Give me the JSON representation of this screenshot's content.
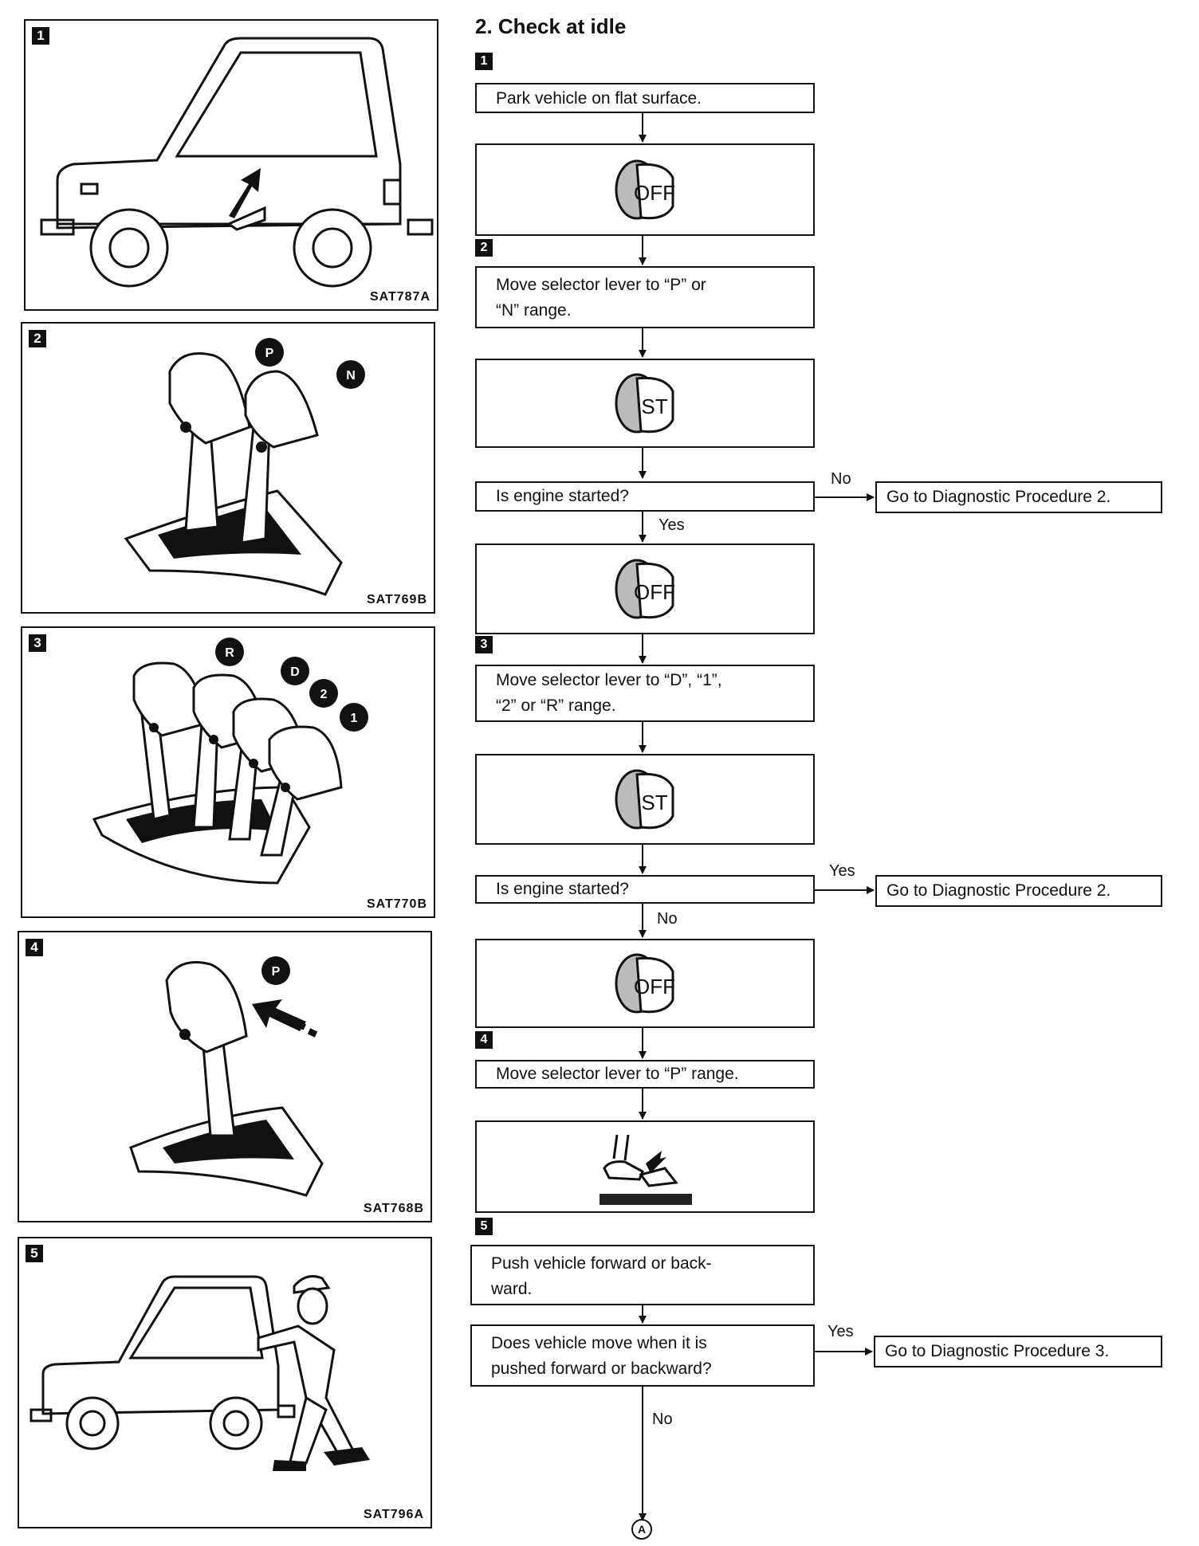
{
  "title": "2.  Check at idle",
  "panels": [
    {
      "num": "1",
      "code": "SAT787A"
    },
    {
      "num": "2",
      "code": "SAT769B",
      "labels": [
        "P",
        "N"
      ]
    },
    {
      "num": "3",
      "code": "SAT770B",
      "labels": [
        "R",
        "D",
        "2",
        "1"
      ]
    },
    {
      "num": "4",
      "code": "SAT768B",
      "labels": [
        "P"
      ]
    },
    {
      "num": "5",
      "code": "SAT796A"
    }
  ],
  "flow": {
    "step_numbers": [
      "1",
      "2",
      "3",
      "4",
      "5"
    ],
    "boxes": {
      "park": "Park vehicle on flat surface.",
      "move_pn": [
        "Move selector lever to “P” or",
        "“N” range."
      ],
      "started_1": "Is engine started?",
      "move_d12r": [
        "Move selector lever to “D”, “1”,",
        "“2” or “R” range."
      ],
      "started_2": "Is engine started?",
      "move_p": "Move selector lever to “P” range.",
      "push": [
        "Push vehicle forward or back-",
        "ward."
      ],
      "moves": [
        "Does vehicle move when it is",
        "pushed forward or backward?"
      ]
    },
    "keys": {
      "off": "OFF",
      "st": "ST"
    },
    "destinations": {
      "diag2a": "Go to Diagnostic Procedure 2.",
      "diag2b": "Go to Diagnostic Procedure 2.",
      "diag3": "Go to Diagnostic Procedure 3."
    },
    "answers": {
      "no": "No",
      "yes": "Yes"
    },
    "connector": "A"
  }
}
